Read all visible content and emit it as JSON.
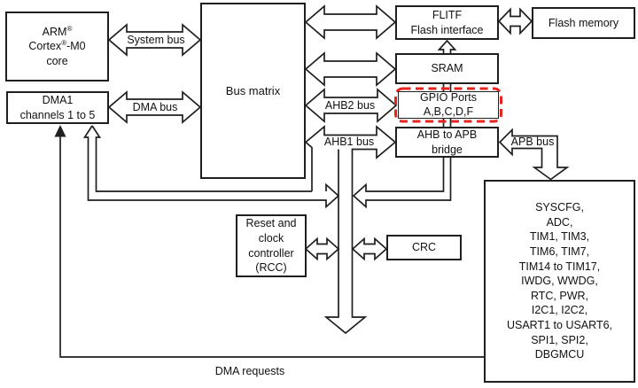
{
  "diagram": {
    "boxes": {
      "arm_core": {
        "l1a": "ARM",
        "l1sup": "®",
        "l2a": "Cortex",
        "l2sup": "®",
        "l2b": "-M0",
        "l3": "core"
      },
      "dma1": {
        "l1": "DMA1",
        "l2": "channels 1 to 5"
      },
      "bus_matrix": {
        "label": "Bus matrix"
      },
      "flitf": {
        "l1": "FLITF",
        "l2": "Flash interface"
      },
      "flash_memory": {
        "label": "Flash memory"
      },
      "sram": {
        "label": "SRAM"
      },
      "gpio": {
        "l1": "GPIO Ports",
        "l2": "A,B,C,D,F"
      },
      "ahb_apb_bridge": {
        "l1": "AHB to APB",
        "l2": "bridge"
      },
      "rcc": {
        "l1": "Reset and",
        "l2": "clock",
        "l3": "controller",
        "l4": "(RCC)"
      },
      "crc": {
        "label": "CRC"
      },
      "peripherals": {
        "lines": [
          "SYSCFG,",
          "ADC,",
          "TIM1, TIM3,",
          "TIM6, TIM7,",
          "TIM14 to TIM17,",
          "IWDG, WWDG,",
          "RTC, PWR,",
          "I2C1, I2C2,",
          "USART1 to USART6,",
          "SPI1, SPI2,",
          "DBGMCU"
        ]
      }
    },
    "bus_labels": {
      "system": "System bus",
      "dma": "DMA bus",
      "ahb2": "AHB2 bus",
      "ahb1": "AHB1 bus",
      "apb": "APB bus"
    },
    "annotations": {
      "dma_requests": "DMA requests"
    },
    "colors": {
      "outline": "#1f1f1f",
      "highlight_red": "#e8221c",
      "background": "#ffffff"
    }
  }
}
